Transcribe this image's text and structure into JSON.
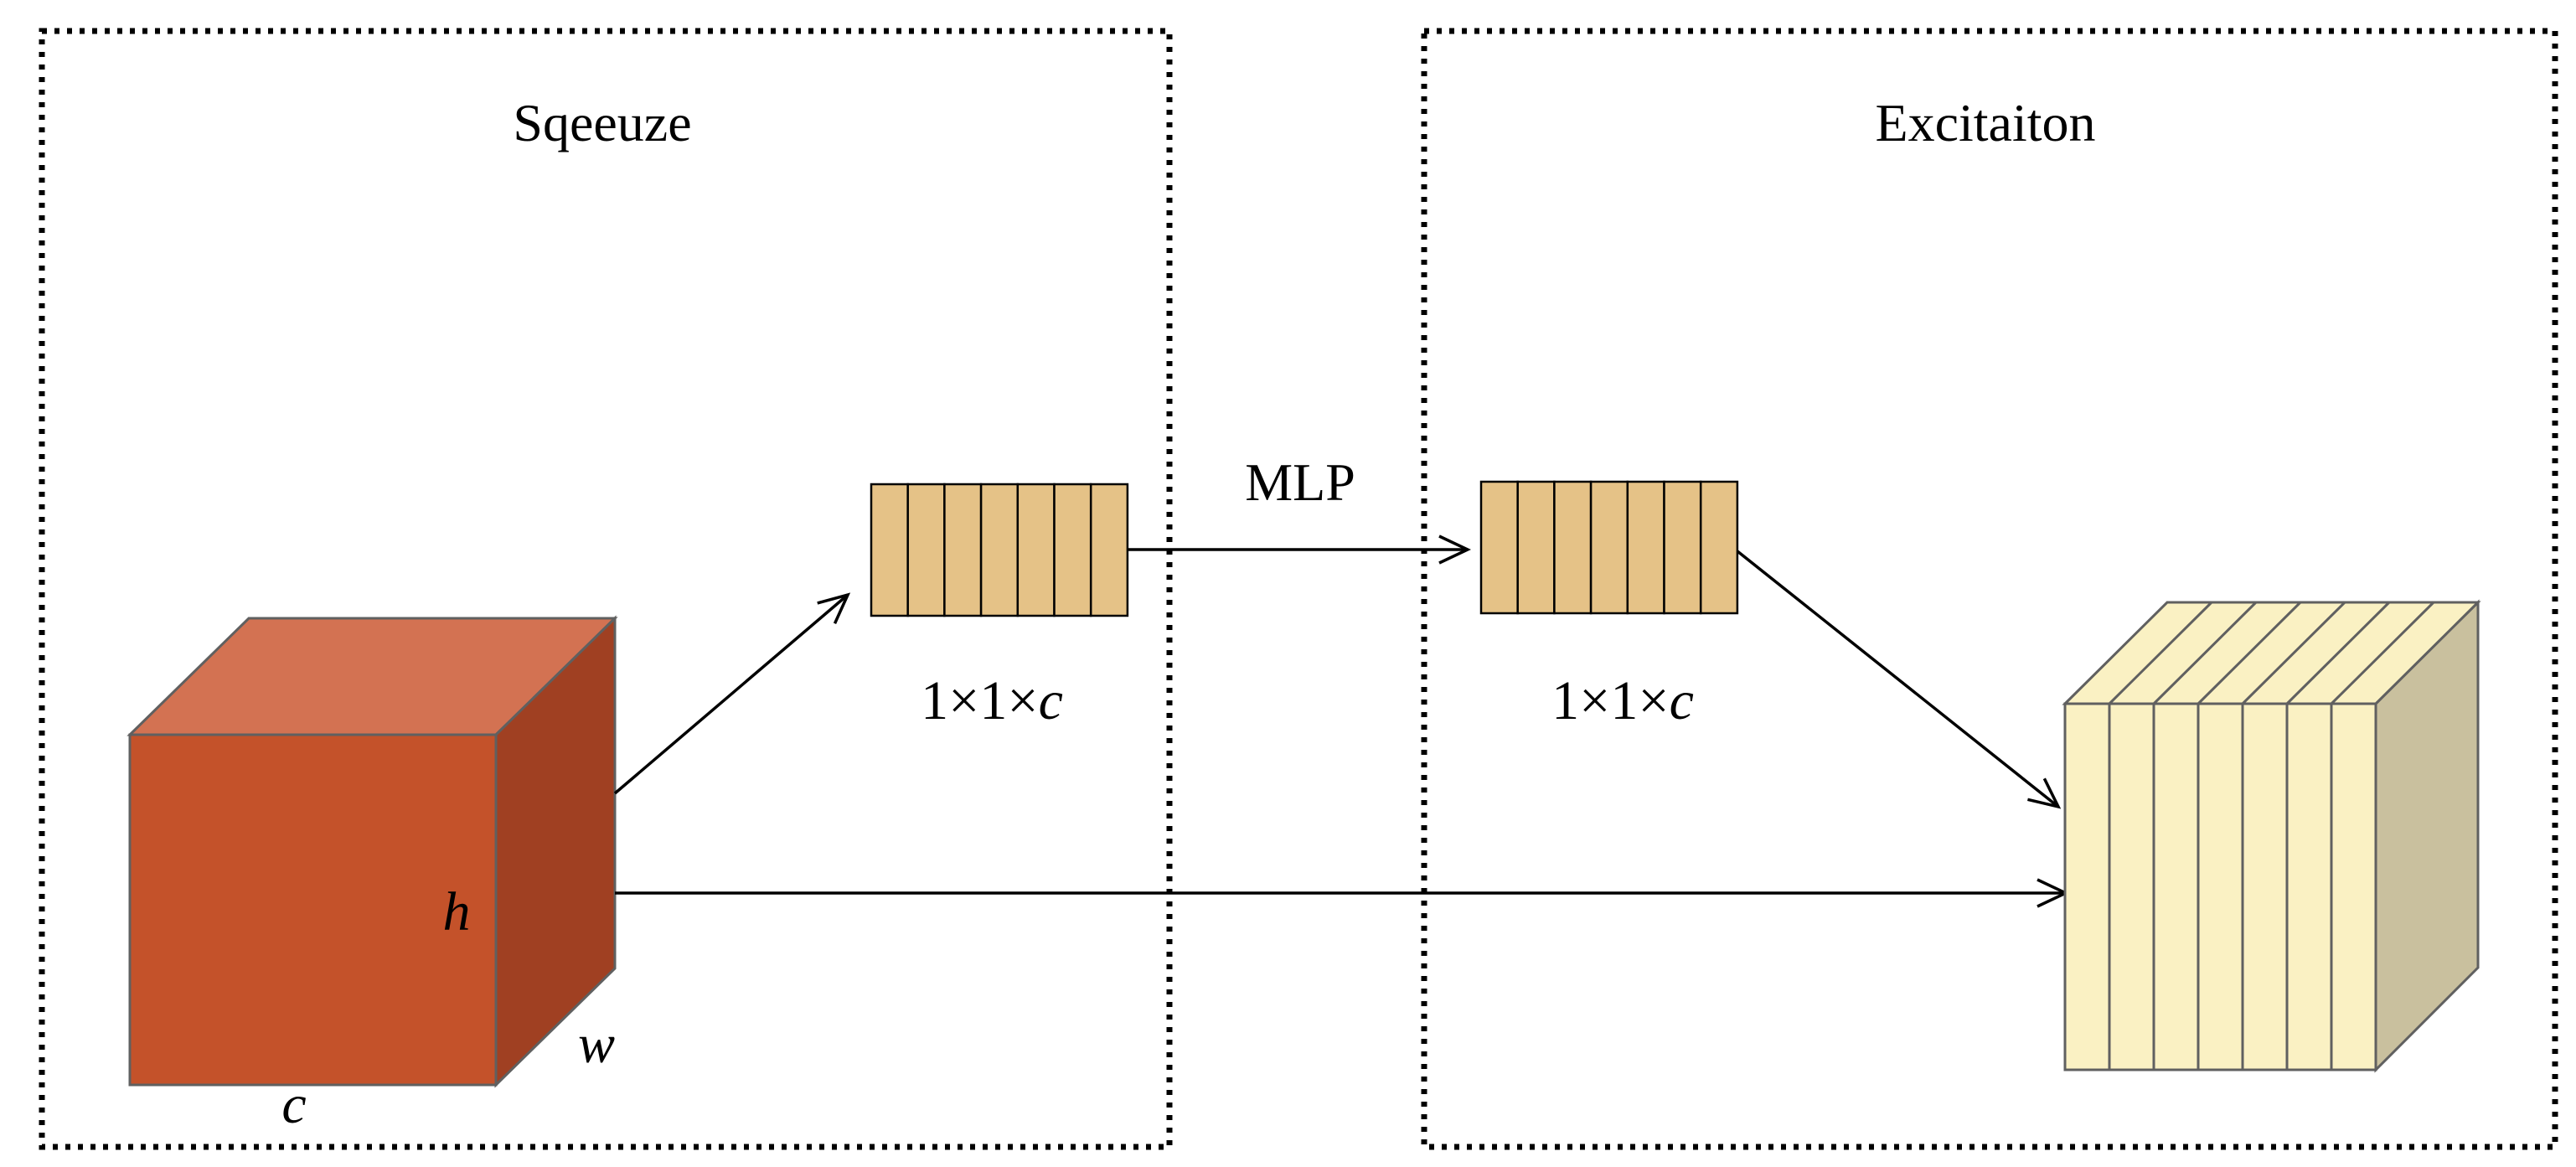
{
  "sections": {
    "squeeze_title": "Sqeeuze",
    "excitation_title": "Excitaiton"
  },
  "labels": {
    "mlp": "MLP",
    "vector_left": {
      "prefix": "1×1×",
      "var": "c"
    },
    "vector_right": {
      "prefix": "1×1×",
      "var": "c"
    },
    "cube_h": "h",
    "cube_w": "w",
    "cube_c": "c"
  },
  "colors": {
    "cube_front": "#C4522A",
    "cube_top": "#D37252",
    "cube_side": "#A04022",
    "vector_fill": "#E5C287",
    "out_front": "#FAF1C3",
    "out_side": "#C9C09E",
    "stroke": "#606060",
    "arrow": "#000000"
  },
  "vector_cells": 7,
  "output_slices": 7
}
